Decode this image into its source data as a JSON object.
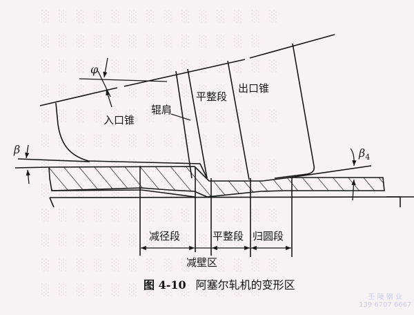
{
  "figure": {
    "number": "图 4-10",
    "title": "阿塞尔轧机的变形区"
  },
  "roll_labels": {
    "entry_cone": "入口锥",
    "roll_shoulder": "辊肩",
    "flat_section": "平整段",
    "exit_cone": "出口锥"
  },
  "angles": {
    "phi": "φ",
    "beta": "β",
    "beta4": "β",
    "beta4_sub": "4"
  },
  "zones": {
    "reducing_diameter": "减径段",
    "wall_reduction": "减壁区",
    "flattening": "平整段",
    "rounding": "归圆段"
  },
  "watermark": {
    "line1": "壬 陵 钢 业",
    "line2": "139 6707 6667"
  },
  "colors": {
    "ink": "#161616",
    "paper": "#f7f3f4",
    "watermark": "#c9cde8"
  }
}
